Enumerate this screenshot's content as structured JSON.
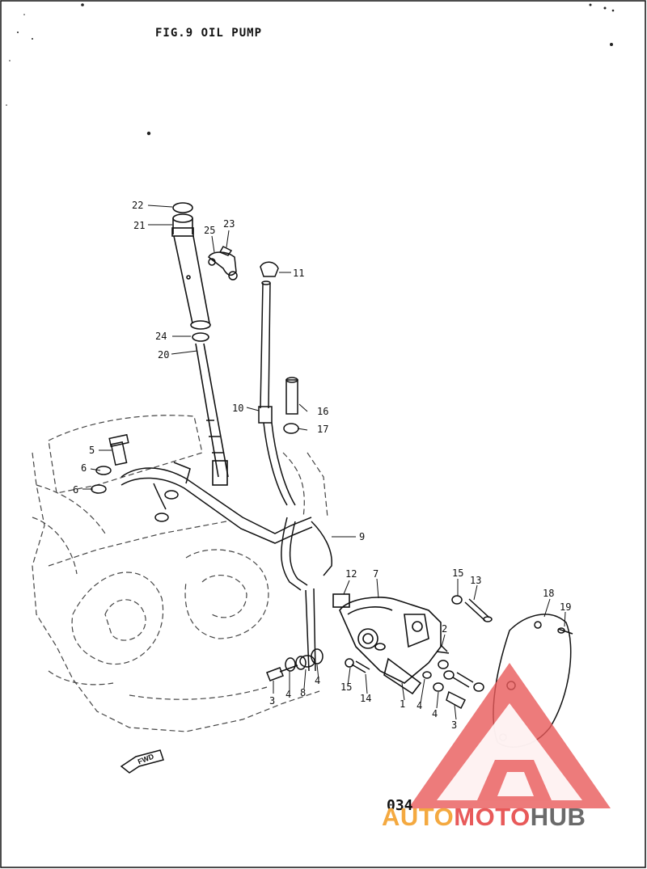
{
  "figure": {
    "title": "FIG.9  OIL PUMP",
    "page_number": "034"
  },
  "watermark": {
    "part1": "AUTO",
    "part2": "MOTO",
    "part3": "HUB",
    "colors": {
      "orange": "#f4a940",
      "red": "#e85a5a",
      "gray": "#6a6a6a"
    }
  },
  "fwd_label": "FWD",
  "callouts": [
    "22",
    "21",
    "25",
    "23",
    "11",
    "24",
    "20",
    "10",
    "16",
    "17",
    "5",
    "6",
    "6",
    "9",
    "12",
    "7",
    "15",
    "13",
    "18",
    "19",
    "2",
    "3",
    "4",
    "8",
    "4",
    "15",
    "14",
    "1",
    "4",
    "4",
    "3"
  ]
}
